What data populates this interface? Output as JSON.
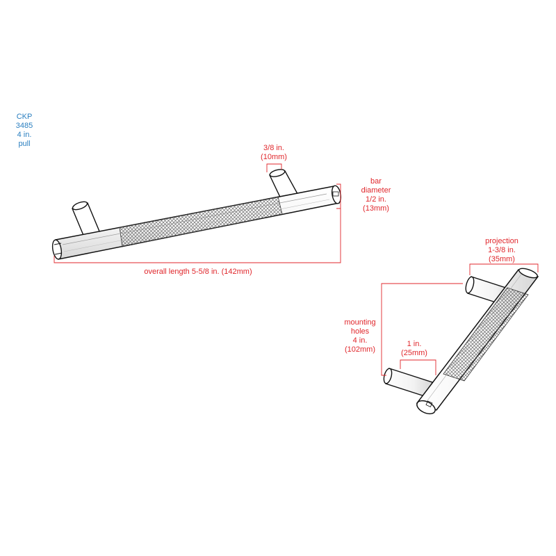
{
  "product": {
    "lines": [
      "CKP",
      "3485",
      "4 in.",
      "pull"
    ]
  },
  "dimensions": {
    "foot_diameter": [
      "3/8 in.",
      "(10mm)"
    ],
    "bar_diameter": [
      "bar",
      "diameter",
      "1/2 in.",
      "(13mm)"
    ],
    "overall_length": "overall length 5-5/8 in. (142mm)",
    "projection": [
      "projection",
      "1-3/8 in.",
      "(35mm)"
    ],
    "mounting_holes": [
      "mounting",
      "holes",
      "4 in.",
      "(102mm)"
    ],
    "foot_height": [
      "1 in.",
      "(25mm)"
    ]
  },
  "colors": {
    "product_text": "#2a7fc0",
    "dimension": "#e0262b",
    "outline": "#111111",
    "knurl": "#555555"
  }
}
